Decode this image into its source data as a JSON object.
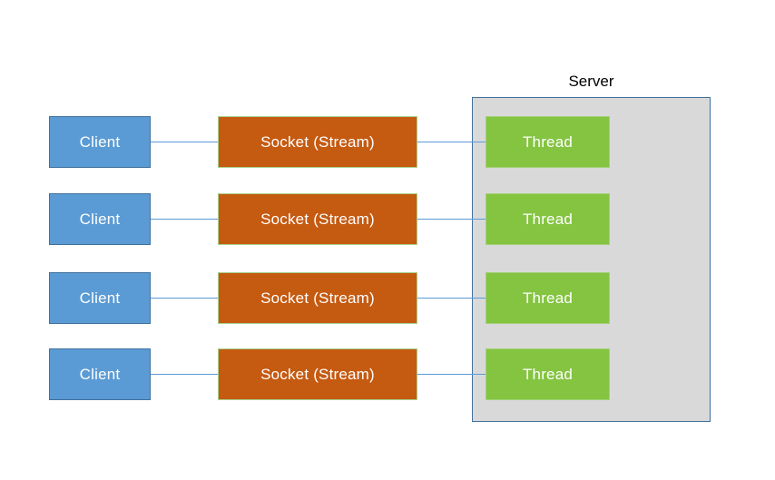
{
  "diagram": {
    "server_label": "Server",
    "rows": [
      {
        "client_label": "Client",
        "socket_label": "Socket (Stream)",
        "thread_label": "Thread"
      },
      {
        "client_label": "Client",
        "socket_label": "Socket (Stream)",
        "thread_label": "Thread"
      },
      {
        "client_label": "Client",
        "socket_label": "Socket (Stream)",
        "thread_label": "Thread"
      },
      {
        "client_label": "Client",
        "socket_label": "Socket (Stream)",
        "thread_label": "Thread"
      }
    ],
    "colors": {
      "client_fill": "#5b9bd5",
      "client_border": "#41719c",
      "socket_fill": "#c55a11",
      "socket_border": "#a9d18e",
      "thread_fill": "#84c441",
      "thread_border": "#a3d177",
      "server_fill": "#d9d9d9",
      "server_border": "#41719c",
      "connector": "#5b9bd5",
      "label_text": "#000000",
      "box_text": "#ffffff"
    }
  }
}
